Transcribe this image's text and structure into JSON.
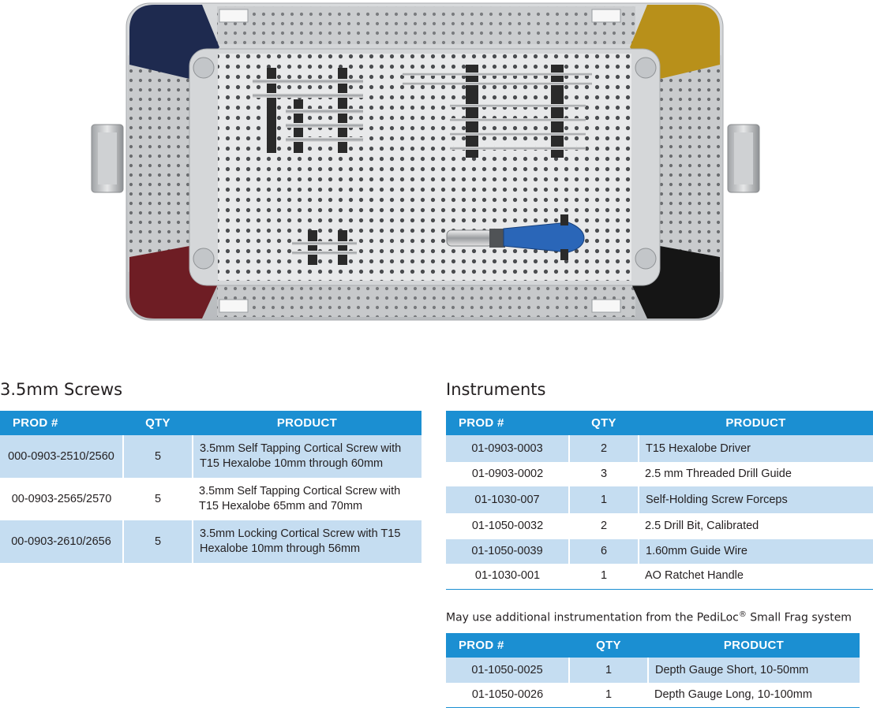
{
  "screws": {
    "title": "3.5mm Screws",
    "columns": [
      "PROD #",
      "QTY",
      "PRODUCT"
    ],
    "rows": [
      {
        "prod": "000-0903-2510/2560",
        "qty": "5",
        "product_line1": "3.5mm Self Tapping Cortical Screw with",
        "product_line2": "T15 Hexalobe 10mm through 60mm"
      },
      {
        "prod": "00-0903-2565/2570",
        "qty": "5",
        "product_line1": "3.5mm Self Tapping Cortical Screw with",
        "product_line2": "T15 Hexalobe 65mm and 70mm"
      },
      {
        "prod": "00-0903-2610/2656",
        "qty": "5",
        "product_line1": "3.5mm Locking Cortical Screw with T15",
        "product_line2": "Hexalobe 10mm through 56mm"
      }
    ]
  },
  "instruments": {
    "title": "Instruments",
    "columns": [
      "PROD #",
      "QTY",
      "PRODUCT"
    ],
    "rows": [
      {
        "prod": "01-0903-0003",
        "qty": "2",
        "product": "T15 Hexalobe Driver"
      },
      {
        "prod": "01-0903-0002",
        "qty": "3",
        "product": "2.5 mm Threaded Drill Guide"
      },
      {
        "prod": "01-1030-007",
        "qty": "1",
        "product": "Self-Holding Screw Forceps"
      },
      {
        "prod": "01-1050-0032",
        "qty": "2",
        "product": "2.5 Drill Bit, Calibrated"
      },
      {
        "prod": "01-1050-0039",
        "qty": "6",
        "product": "1.60mm Guide Wire"
      },
      {
        "prod": "01-1030-001",
        "qty": "1",
        "product": "AO Ratchet Handle"
      }
    ]
  },
  "additional": {
    "note_prefix": "May use additional instrumentation from the PediLoc",
    "note_reg": "®",
    "note_suffix": " Small Frag system",
    "columns": [
      "PROD #",
      "QTY",
      "PRODUCT"
    ],
    "rows": [
      {
        "prod": "01-1050-0025",
        "qty": "1",
        "product": "Depth Gauge Short, 10-50mm"
      },
      {
        "prod": "01-1050-0026",
        "qty": "1",
        "product": "Depth Gauge Long, 10-100mm"
      }
    ]
  },
  "colors": {
    "header_blue": "#1b8fd2",
    "row_shade": "#c5ddf1",
    "corner_navy": "#1e2a4f",
    "corner_gold": "#b8901a",
    "corner_maroon": "#6e1d24",
    "corner_black": "#151515",
    "handle_blue": "#2a66b8"
  }
}
